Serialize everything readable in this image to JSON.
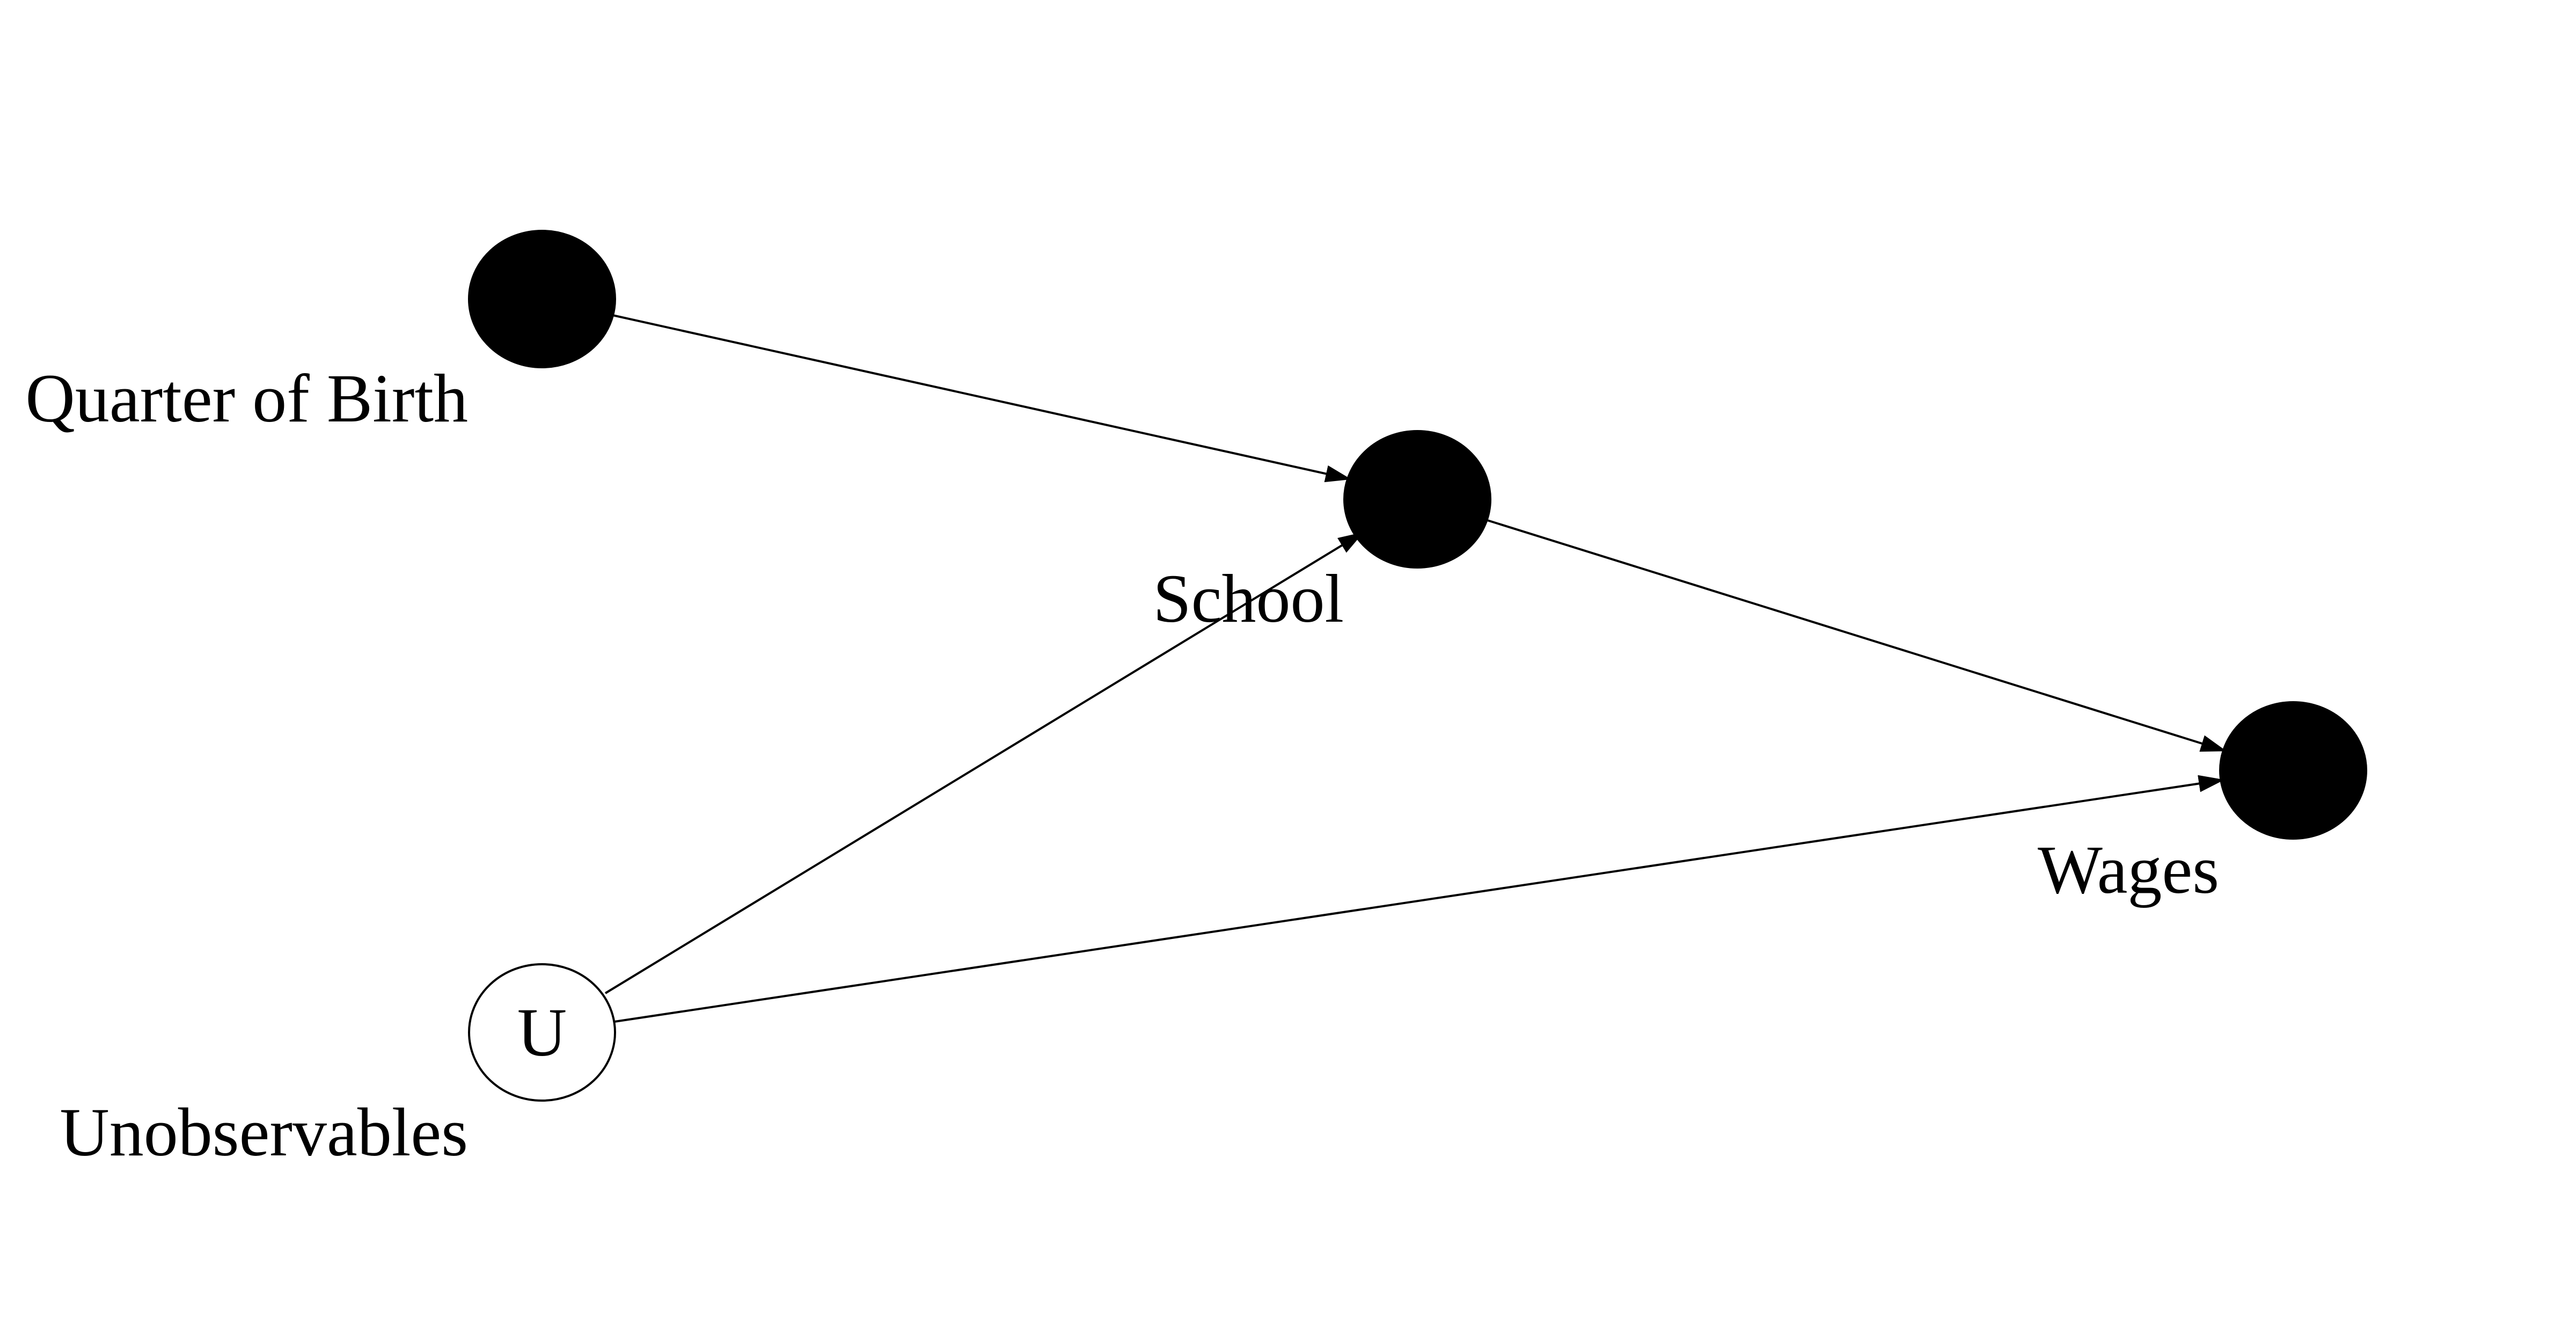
{
  "diagram": {
    "nodes": [
      {
        "id": "qob",
        "label": "Quarter of Birth",
        "inner_text": "",
        "fill": "#000000",
        "observed": true
      },
      {
        "id": "school",
        "label": "School",
        "inner_text": "",
        "fill": "#000000",
        "observed": true
      },
      {
        "id": "wages",
        "label": "Wages",
        "inner_text": "",
        "fill": "#000000",
        "observed": true
      },
      {
        "id": "u",
        "label": "Unobservables",
        "inner_text": "U",
        "fill": "#ffffff",
        "observed": false
      }
    ],
    "edges": [
      {
        "from": "qob",
        "to": "school"
      },
      {
        "from": "school",
        "to": "wages"
      },
      {
        "from": "u",
        "to": "school"
      },
      {
        "from": "u",
        "to": "wages"
      }
    ]
  }
}
